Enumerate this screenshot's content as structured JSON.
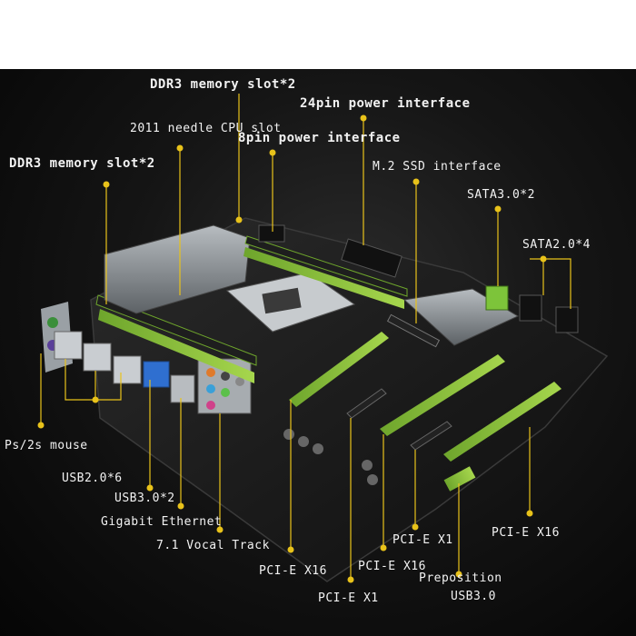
{
  "labels": {
    "ddr3_top": "DDR3 memory slot*2",
    "power24": "24pin power interface",
    "cpu_slot": "2011 needle CPU slot",
    "power8": "8pin power interface",
    "ddr3_left": "DDR3 memory slot*2",
    "m2_ssd": "M.2 SSD interface",
    "sata3": "SATA3.0*2",
    "sata2": "SATA2.0*4",
    "ps2": "Ps/2s mouse",
    "usb20": "USB2.0*6",
    "usb30": "USB3.0*2",
    "ethernet": "Gigabit Ethernet",
    "audio": "7.1 Vocal Track",
    "pcie_x16_a": "PCI-E X16",
    "pcie_x1_a": "PCI-E X1",
    "pcie_x16_b": "PCI-E X16",
    "pcie_x1_b": "PCI-E X1",
    "pcie_x16_c": "PCI-E X16",
    "preposition": "Preposition",
    "usb30_front": "USB3.0"
  },
  "colors": {
    "accent_green": "#8dc63f",
    "callout_yellow": "#e8c21a",
    "board": "#1b1b1b",
    "heatsink": "#8a8f93"
  }
}
